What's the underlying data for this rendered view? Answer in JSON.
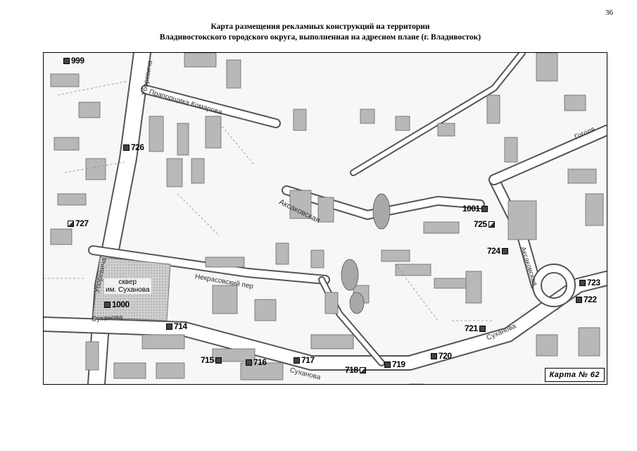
{
  "page_number": "36",
  "title": {
    "line1": "Карта размещения рекламных конструкций на территории",
    "line2": "Владивостокского городского округа, выполненная на адресном плане (г. Владивосток)"
  },
  "map_badge": "Карта № 62",
  "streets": {
    "komarova": "Прапорщика Комарова",
    "aksakovskaya": "Аксаковская",
    "nekrasovsky": "Некрасовский пер",
    "sukhanova_left": "Суханова",
    "sukhanova_mid": "Суханова",
    "sukhanova_right": "Суханова",
    "uborevicha_top": "Уборевича",
    "uborevicha_bottom": "Уборевича",
    "aksakovskaya_right": "Аксаковская",
    "gogolya": "Гоголя"
  },
  "places": {
    "sukhanov_square": "сквер\nим. Суханова"
  },
  "markers": {
    "m999": "999",
    "m726": "726",
    "m727": "727",
    "m1000": "1000",
    "m714": "714",
    "m715": "715",
    "m716": "716",
    "m717": "717",
    "m718": "718",
    "m719": "719",
    "m720": "720",
    "m721": "721",
    "m722": "722",
    "m723": "723",
    "m724": "724",
    "m725": "725",
    "m1001": "1001"
  },
  "colors": {
    "building": "#b8b8b8",
    "road_edge": "#555555",
    "marker": "#444444"
  }
}
